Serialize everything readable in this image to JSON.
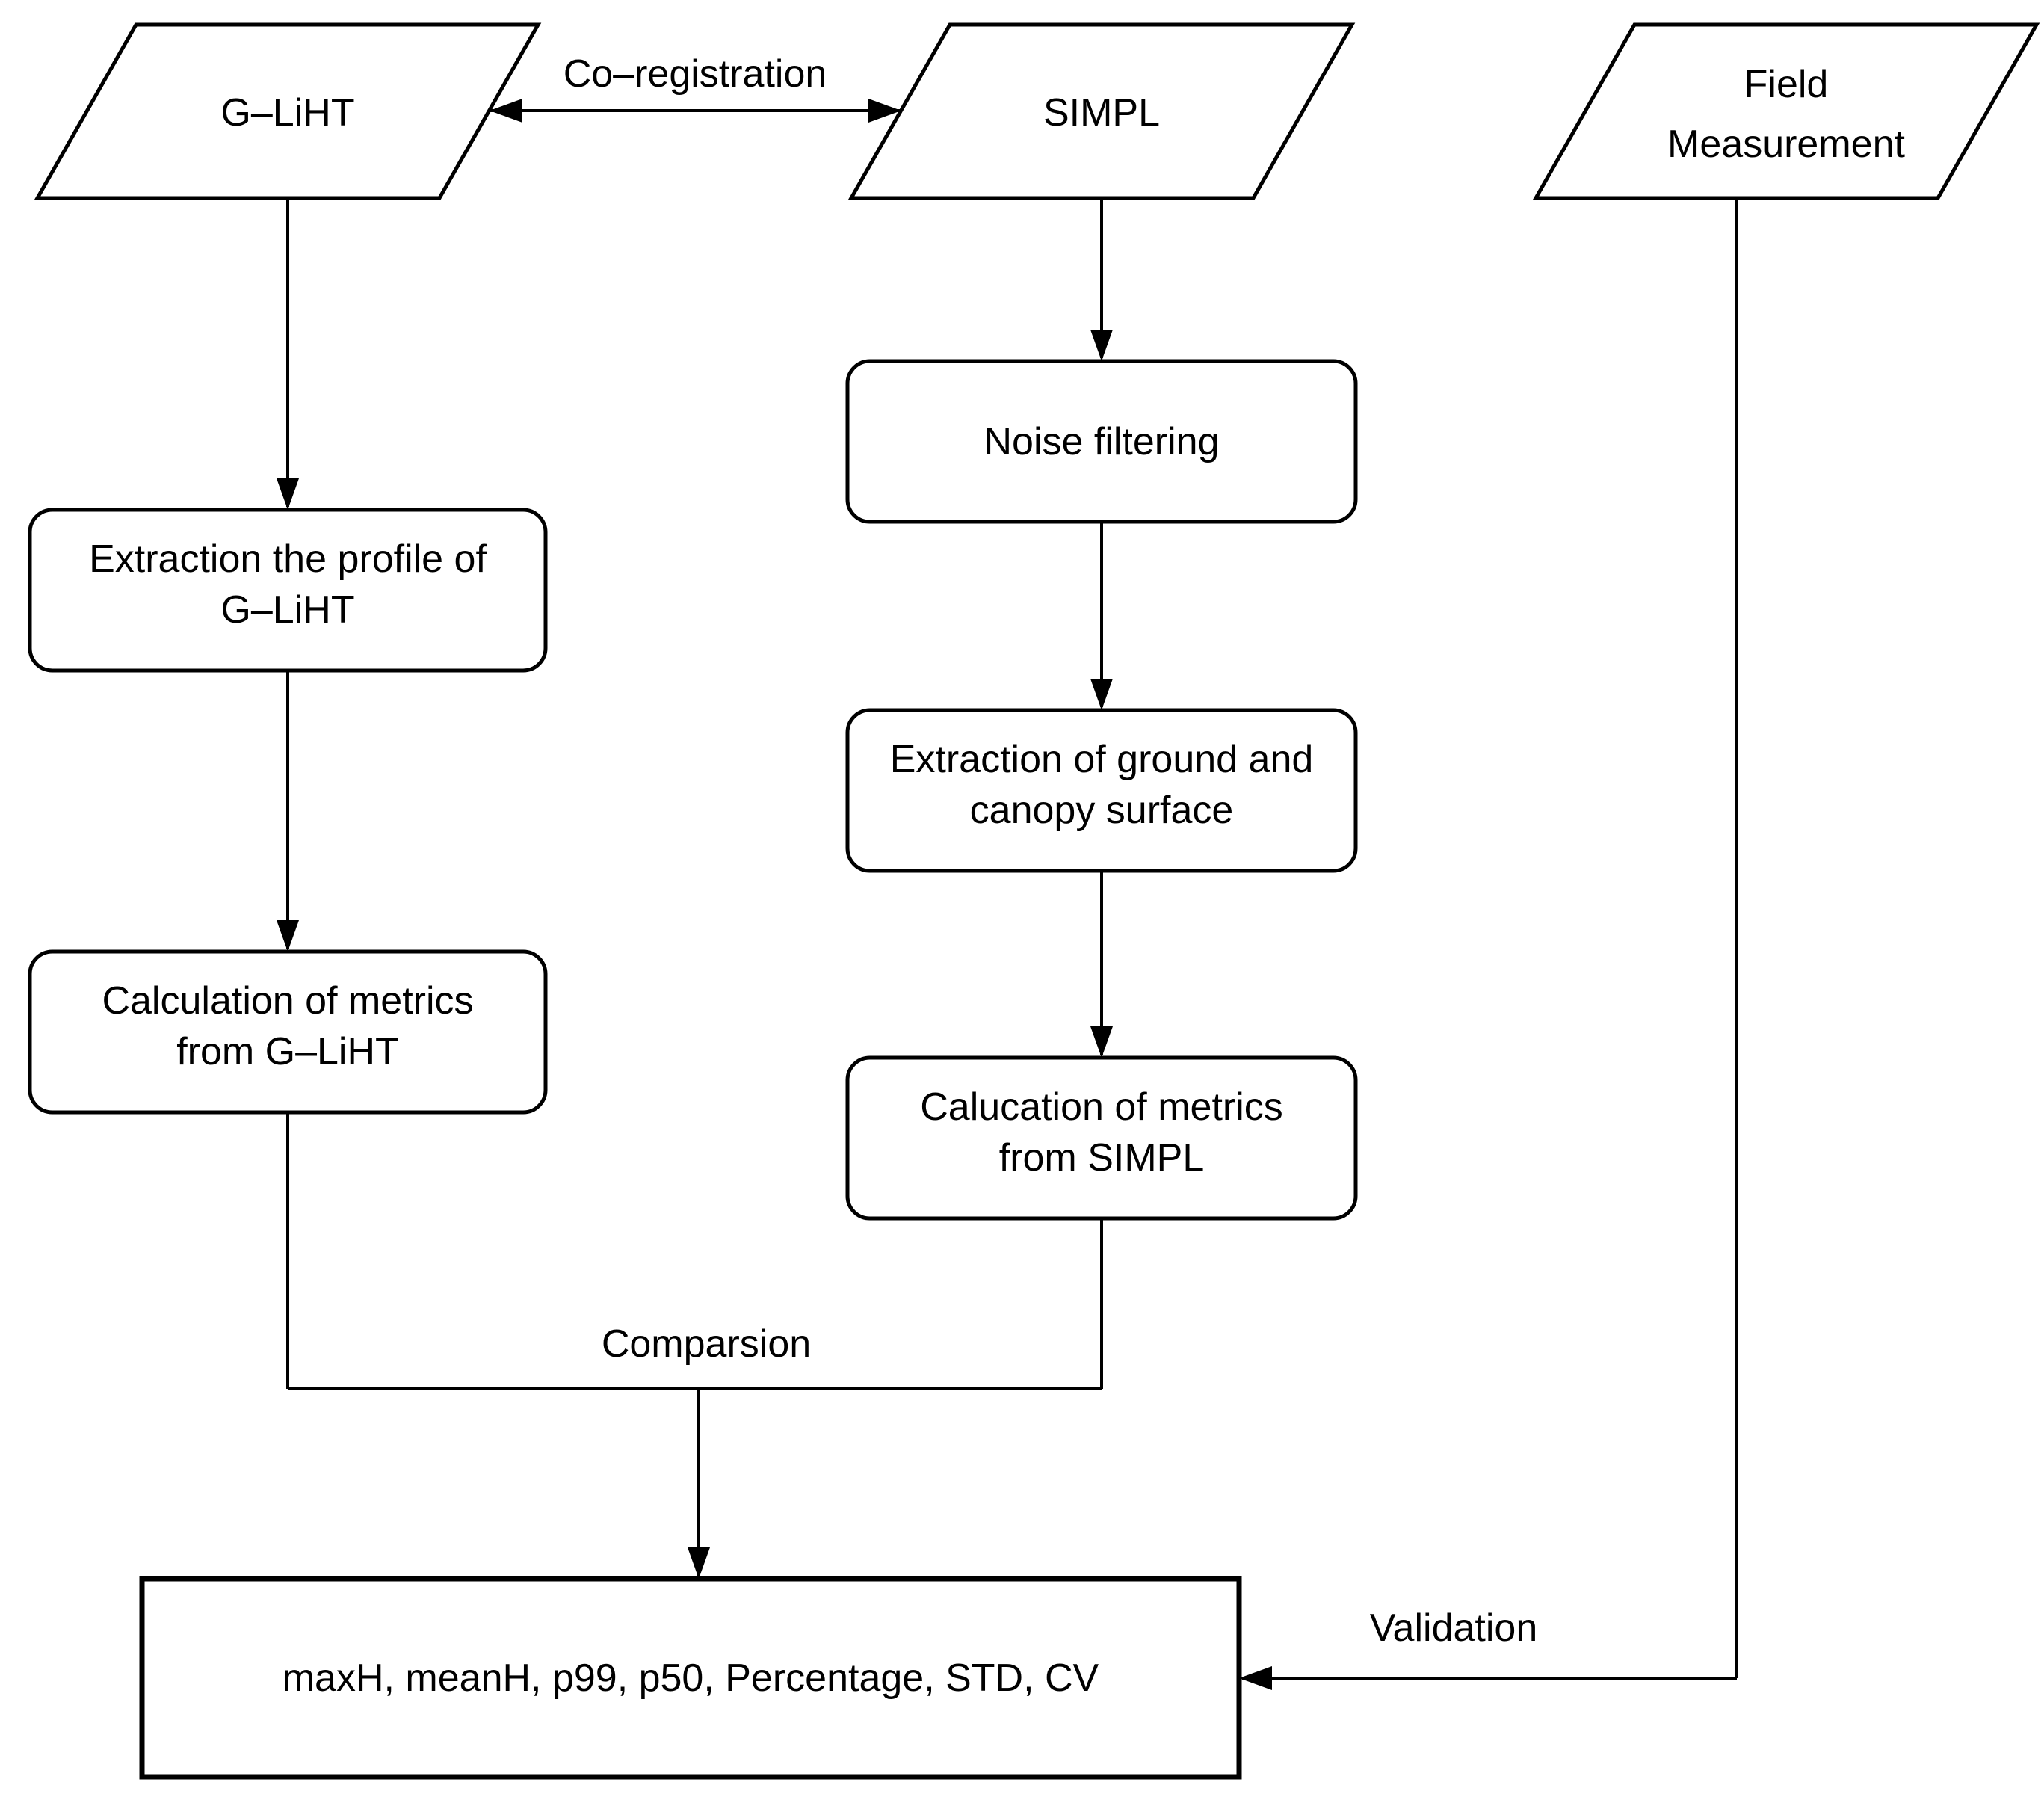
{
  "figure": {
    "background": "#ffffff",
    "stroke_color": "#000000",
    "text_color": "#000000"
  },
  "nodes": {
    "gliht": {
      "shape": "parallelogram",
      "label": "G–LiHT"
    },
    "simpl": {
      "shape": "parallelogram",
      "label": "SIMPL"
    },
    "field_measurement": {
      "shape": "parallelogram",
      "line1": "Field",
      "line2": "Measurement"
    },
    "extraction_profile": {
      "shape": "rounded-process",
      "line1": "Extraction the profile of",
      "line2": "G–LiHT"
    },
    "calculation_metrics_gliht": {
      "shape": "rounded-process",
      "line1": "Calculation of metrics",
      "line2": "from G–LiHT"
    },
    "noise_filtering": {
      "shape": "rounded-process",
      "label": "Noise filtering"
    },
    "extraction_ground_canopy": {
      "shape": "rounded-process",
      "line1": "Extraction of ground and",
      "line2": "canopy surface"
    },
    "calucation_metrics_simpl": {
      "shape": "rounded-process",
      "line1": "Calucation of metrics",
      "line2": "from SIMPL"
    },
    "metrics_result": {
      "shape": "rectangle",
      "label": "maxH, meanH, p99, p50, Percentage, STD, CV"
    }
  },
  "edge_labels": {
    "co_registration": "Co–registration",
    "comparison": "Comparsion",
    "validation": "Validation"
  }
}
